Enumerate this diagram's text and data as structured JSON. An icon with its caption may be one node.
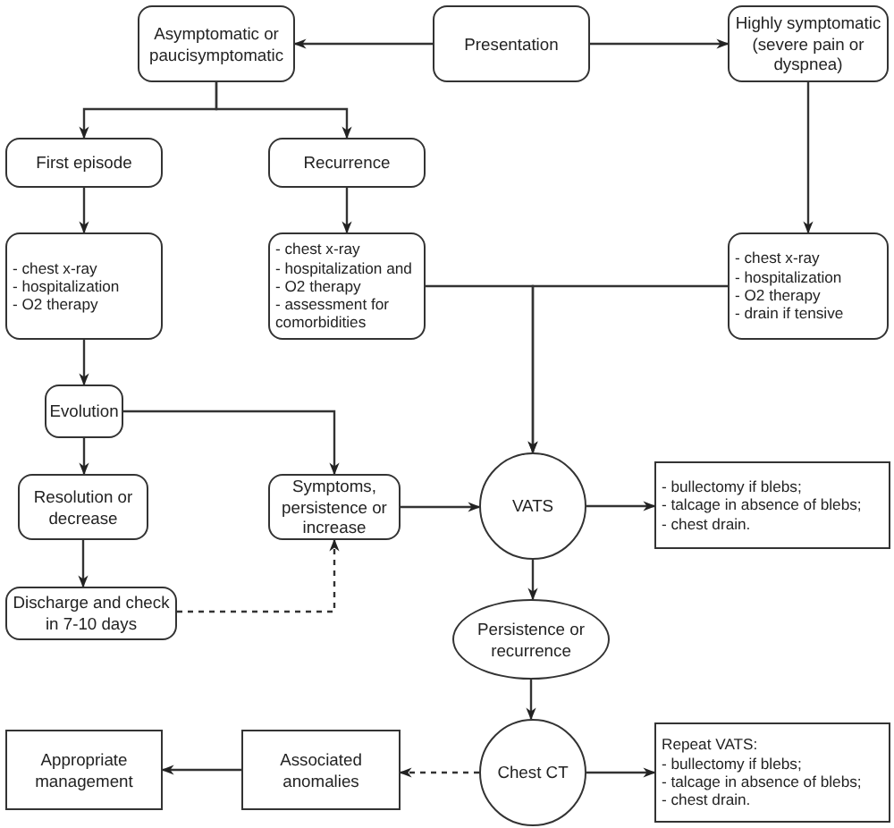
{
  "diagram": {
    "nodes": [
      {
        "text": [
          "Asymptomatic or paucisymptomatic"
        ]
      },
      {
        "text": [
          "Presentation"
        ]
      },
      {
        "text": [
          "Highly symptomatic (severe pain or dyspnea)"
        ]
      },
      {
        "text": [
          "First episode"
        ]
      },
      {
        "text": [
          "Recurrence"
        ]
      },
      {
        "text": [
          "- chest x-ray",
          "- hospitalization",
          "- O2 therapy"
        ]
      },
      {
        "text": [
          "- chest x-ray",
          "- hospitalization and",
          "- O2 therapy",
          "- assessment for comorbidities"
        ]
      },
      {
        "text": [
          "- chest x-ray",
          "- hospitalization",
          "- O2 therapy",
          "- drain if tensive"
        ]
      },
      {
        "text": [
          "Evolution"
        ]
      },
      {
        "text": [
          "Resolution or decrease"
        ]
      },
      {
        "text": [
          "Symptoms, persistence or increase"
        ]
      },
      {
        "text": [
          "VATS"
        ]
      },
      {
        "text": [
          "- bullectomy if blebs;",
          "- talcage in absence of blebs;",
          "- chest drain."
        ]
      },
      {
        "text": [
          "Discharge and check in 7-10 days"
        ]
      },
      {
        "text": [
          "Persistence or recurrence"
        ]
      },
      {
        "text": [
          "Appropriate management"
        ]
      },
      {
        "text": [
          "Associated anomalies"
        ]
      },
      {
        "text": [
          "Chest CT"
        ]
      },
      {
        "text": [
          "Repeat VATS:",
          "- bullectomy if blebs;",
          "- talcage in absence of blebs;",
          "- chest drain."
        ]
      }
    ],
    "edges": [
      {
        "from": 1,
        "to": 0,
        "arrow": "to"
      },
      {
        "from": 1,
        "to": 2,
        "arrow": "to"
      },
      {
        "from": 0,
        "to": 3,
        "arrow": "to"
      },
      {
        "from": 0,
        "to": 4,
        "arrow": "to"
      },
      {
        "from": 3,
        "to": 5,
        "arrow": "to"
      },
      {
        "from": 4,
        "to": 6,
        "arrow": "to"
      },
      {
        "from": 2,
        "to": 7,
        "arrow": "to"
      },
      {
        "from": 5,
        "to": 8,
        "arrow": "to"
      },
      {
        "from": 8,
        "to": 9,
        "arrow": "to"
      },
      {
        "from": 8,
        "to": 10,
        "arrow": "to"
      },
      {
        "from": 9,
        "to": 13,
        "arrow": "to"
      },
      {
        "from": 13,
        "to": 10,
        "arrow": "to",
        "style": "dashed"
      },
      {
        "from": 10,
        "to": 11,
        "arrow": "to"
      },
      {
        "from": 6,
        "to": 11,
        "arrow": "to"
      },
      {
        "from": 7,
        "to": 11,
        "arrow": "to"
      },
      {
        "from": 11,
        "to": 12,
        "arrow": "to"
      },
      {
        "from": 11,
        "to": 14,
        "arrow": "to"
      },
      {
        "from": 14,
        "to": 17,
        "arrow": "to"
      },
      {
        "from": 17,
        "to": 18,
        "arrow": "to"
      },
      {
        "from": 17,
        "to": 16,
        "arrow": "to",
        "style": "dashed"
      },
      {
        "from": 16,
        "to": 15,
        "arrow": "to"
      }
    ]
  }
}
